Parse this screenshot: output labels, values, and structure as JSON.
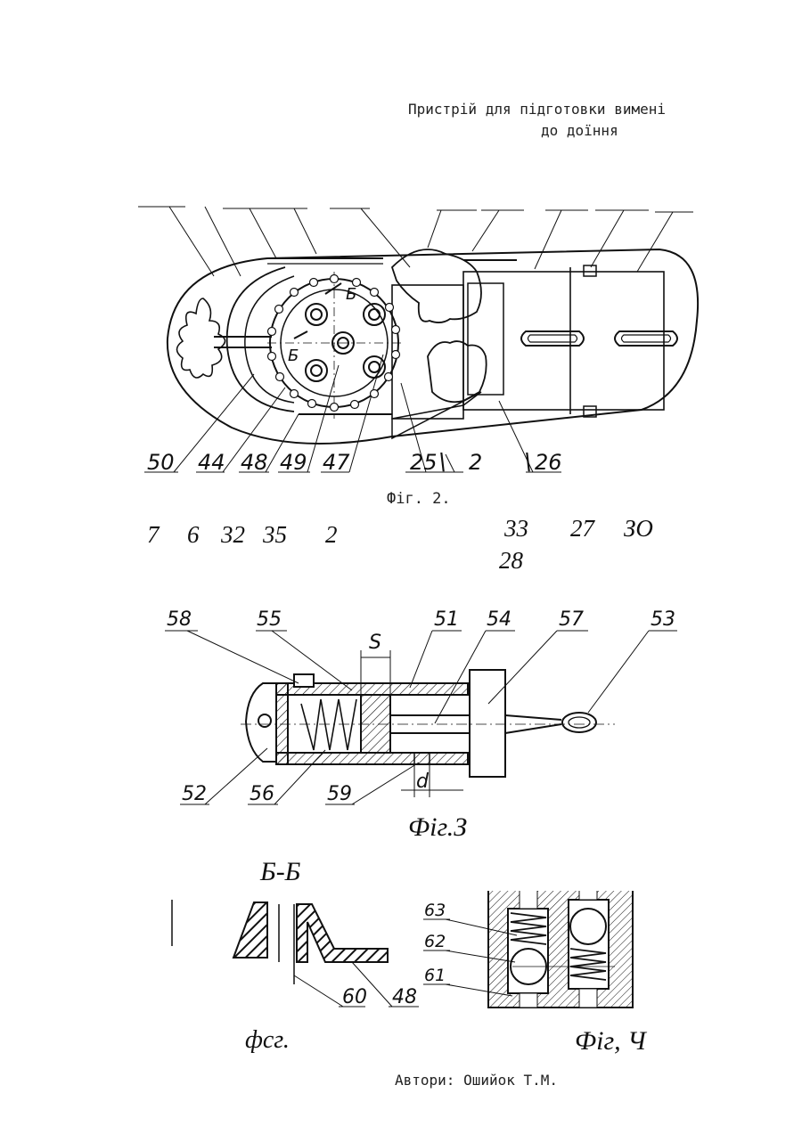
{
  "title": {
    "line1": "Пристрій для підготовки вимені",
    "line2": "до доїння"
  },
  "fig2": {
    "caption": "Фіг. 2.",
    "bottom_labels": [
      "50",
      "44",
      "48",
      "49",
      "47",
      "25",
      "2",
      "26"
    ],
    "section_marks": [
      "Б",
      "Б"
    ],
    "loose_labels": [
      "7",
      "6",
      "32",
      "35",
      "2",
      "33",
      "27",
      "ЗО",
      "28"
    ]
  },
  "fig3": {
    "caption": "Фіг.З",
    "labels": [
      "58",
      "55",
      "51",
      "54",
      "57",
      "53",
      "52",
      "56",
      "59",
      "S",
      "d"
    ]
  },
  "section_bb": {
    "title": "Б-Б",
    "labels": [
      "60",
      "48"
    ],
    "caption": "фсг."
  },
  "fig4": {
    "labels": [
      "63",
      "62",
      "61"
    ],
    "caption": "Фіг, Ч"
  },
  "authors": "Автори:  Ошийок Т.М."
}
